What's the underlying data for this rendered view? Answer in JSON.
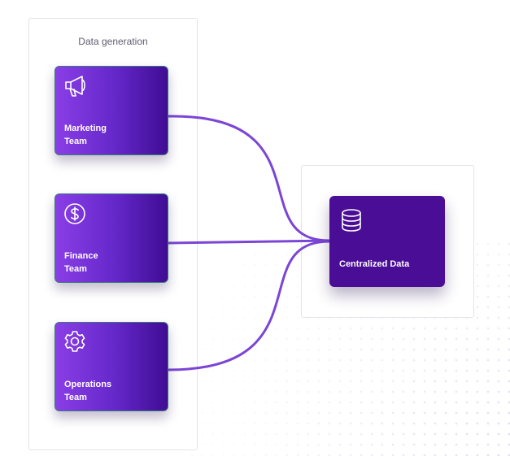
{
  "left_panel": {
    "title": "Data generation"
  },
  "sources": [
    {
      "label_line1": "Marketing",
      "label_line2": "Team",
      "icon": "megaphone-icon"
    },
    {
      "label_line1": "Finance",
      "label_line2": "Team",
      "icon": "dollar-icon"
    },
    {
      "label_line1": "Operations",
      "label_line2": "Team",
      "icon": "gear-icon"
    }
  ],
  "target": {
    "label": "Centralized Data",
    "icon": "database-icon"
  },
  "colors": {
    "card_gradient_start": "#8a3ee6",
    "card_gradient_end": "#3f0d93",
    "target_card": "#4a0d96",
    "connector": "#7b45d6",
    "dot_pattern": "#d9dcef"
  }
}
